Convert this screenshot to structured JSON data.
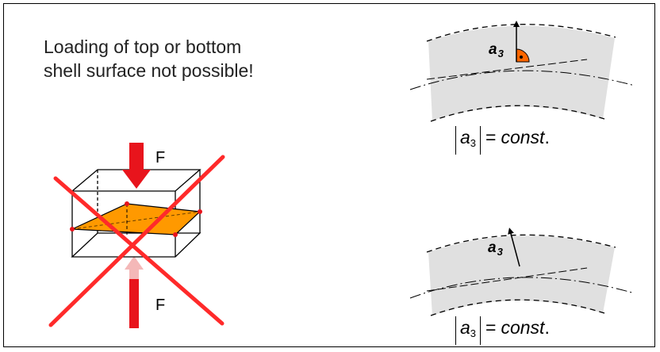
{
  "caption": {
    "line1": "Loading of top or bottom",
    "line2": "shell surface not possible!"
  },
  "force": {
    "top_label": "F",
    "bottom_label": "F"
  },
  "shell_top": {
    "vector": "a",
    "subscript": "3"
  },
  "shell_bottom": {
    "vector": "a",
    "subscript": "3"
  },
  "equation_top": {
    "lhs": "a",
    "lhs_sub": "3",
    "op": "=",
    "rhs": "const",
    "dot": "."
  },
  "equation_bottom": {
    "lhs": "a",
    "lhs_sub": "3",
    "op": "=",
    "rhs": "const",
    "dot": "."
  },
  "colors": {
    "cross": "#ff2a2a",
    "force_arrow": "#e8141c",
    "force_arrow_ghost": "#f4b8b8",
    "midplane": "#ff9900",
    "shell": "#e0e0e0",
    "right_angle": "#ff6600"
  }
}
